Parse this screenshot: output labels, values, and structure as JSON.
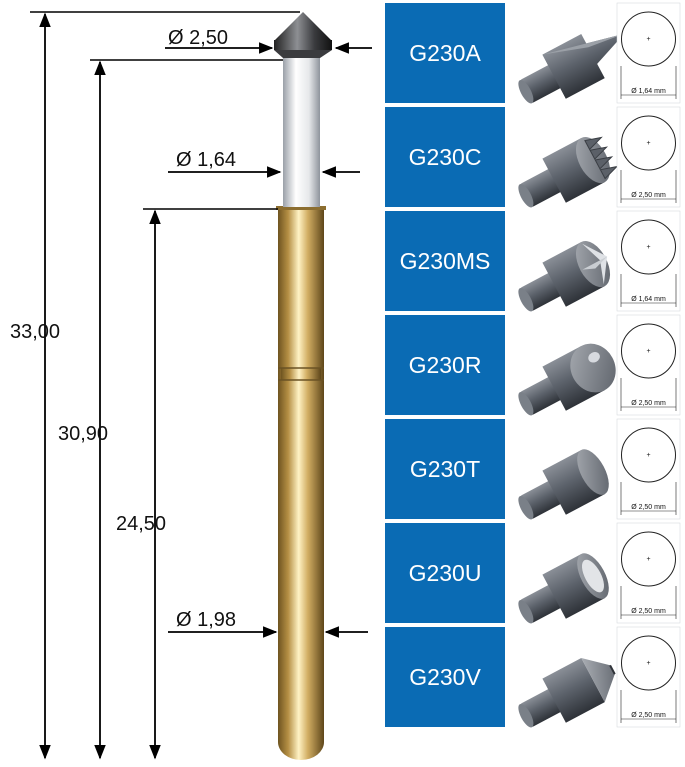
{
  "dimensions": {
    "head_diameter": "Ø 2,50",
    "neck_diameter": "Ø 1,64",
    "barrel_diameter": "Ø 1,98",
    "total_length": "33,00",
    "mid_length": "30,90",
    "barrel_length": "24,50"
  },
  "tips": [
    {
      "code": "G230A",
      "diameter_label": "Ø 1,64 mm",
      "shape": "cone"
    },
    {
      "code": "G230C",
      "diameter_label": "Ø 2,50 mm",
      "shape": "crown"
    },
    {
      "code": "G230MS",
      "diameter_label": "Ø 1,64 mm",
      "shape": "star"
    },
    {
      "code": "G230R",
      "diameter_label": "Ø 2,50 mm",
      "shape": "round"
    },
    {
      "code": "G230T",
      "diameter_label": "Ø 2,50 mm",
      "shape": "flat"
    },
    {
      "code": "G230U",
      "diameter_label": "Ø 2,50 mm",
      "shape": "concave"
    },
    {
      "code": "G230V",
      "diameter_label": "Ø 2,50 mm",
      "shape": "chisel"
    }
  ],
  "colors": {
    "brand_blue": "#0a6bb4",
    "brass": "#c8a55a",
    "steel": "#5a5f68"
  }
}
